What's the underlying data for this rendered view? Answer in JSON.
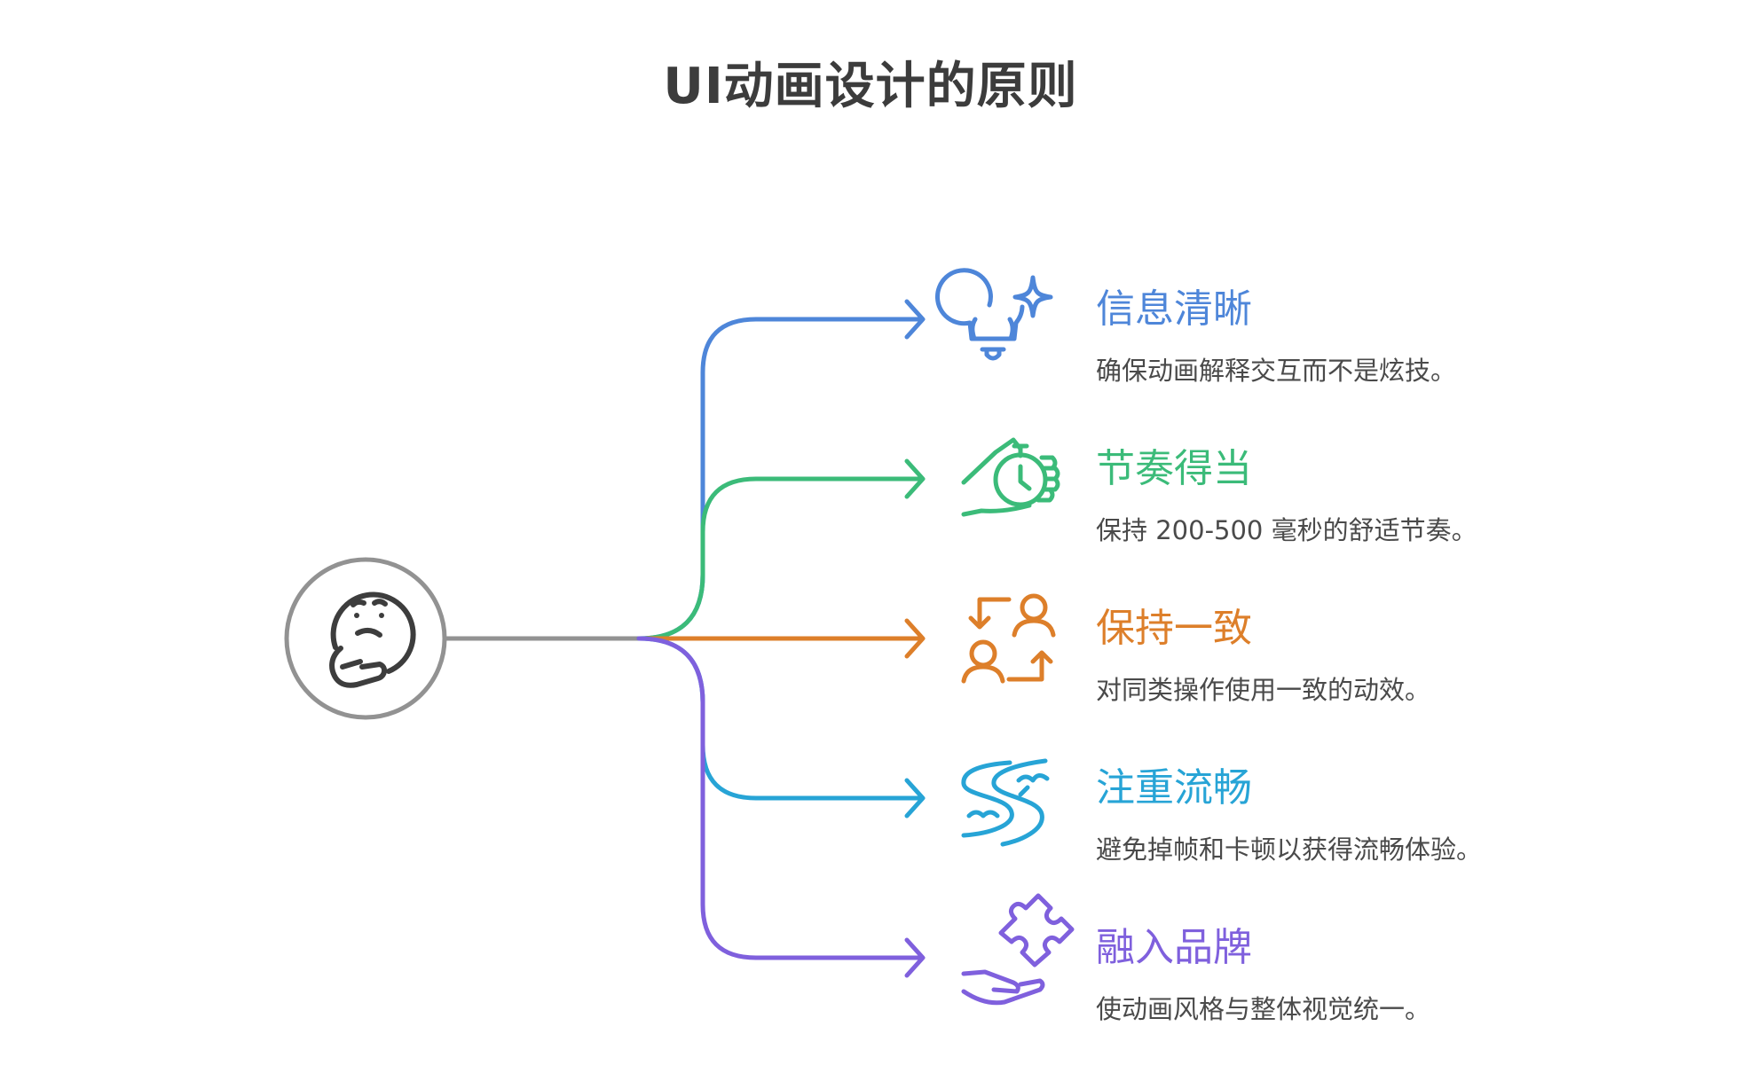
{
  "title": "UI动画设计的原则",
  "center": {
    "icon": "thinking-face-icon",
    "color": "#929292"
  },
  "items": [
    {
      "heading": "信息清晰",
      "description": "确保动画解释交互而不是炫技。",
      "color": "#4e86d9",
      "icon": "lightbulb-sparkle-icon"
    },
    {
      "heading": "节奏得当",
      "description": "保持 200-500 毫秒的舒适节奏。",
      "color": "#3bbb79",
      "icon": "hand-stopwatch-icon"
    },
    {
      "heading": "保持一致",
      "description": "对同类操作使用一致的动效。",
      "color": "#dd7f2a",
      "icon": "user-swap-icon"
    },
    {
      "heading": "注重流畅",
      "description": "避免掉帧和卡顿以获得流畅体验。",
      "color": "#27a4d6",
      "icon": "river-icon"
    },
    {
      "heading": "融入品牌",
      "description": "使动画风格与整体视觉统一。",
      "color": "#7f60dd",
      "icon": "hand-puzzle-icon"
    }
  ]
}
